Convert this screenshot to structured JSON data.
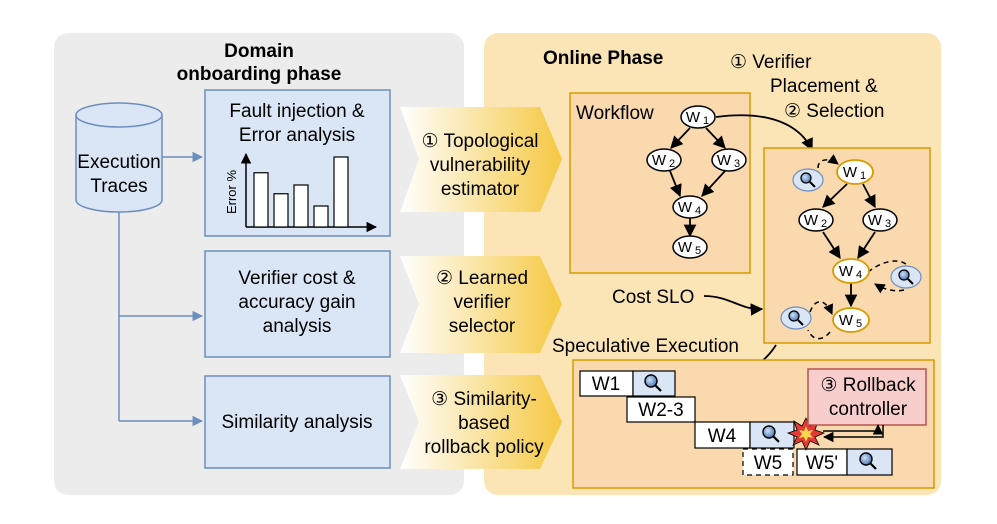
{
  "colors": {
    "left_panel": "#ececec",
    "right_panel": "#fbe5b6",
    "box_blue": "#dae6f5",
    "box_blue_border": "#6c8ebf",
    "orange_border": "#d79b00",
    "inner_box": "#fad9ae",
    "red_box": "#f8cecc",
    "red_border": "#b85450",
    "arrow_blue": "#6c8ebf"
  },
  "left_phase": {
    "title_line1": "Domain",
    "title_line2": "onboarding phase"
  },
  "database": {
    "line1": "Execution",
    "line2": "Traces"
  },
  "box1": {
    "line1": "Fault injection &",
    "line2": "Error analysis",
    "ylabel": "Error %",
    "bars": [
      62,
      38,
      48,
      24,
      80
    ]
  },
  "box2": {
    "line1": "Verifier cost &",
    "line2": "accuracy gain",
    "line3": "analysis"
  },
  "box3": {
    "line1": "Similarity analysis"
  },
  "mid1": {
    "line1": "① Topological",
    "line2": "vulnerability",
    "line3": "estimator"
  },
  "mid2": {
    "line1": "② Learned",
    "line2": "verifier",
    "line3": "selector"
  },
  "mid3": {
    "line1": "③ Similarity-",
    "line2": "based",
    "line3": "rollback policy"
  },
  "online": {
    "title": "Online Phase",
    "placement_line1": "① Verifier",
    "placement_line2": "Placement &",
    "placement_line3": "② Selection",
    "workflow_label": "Workflow",
    "cost_slo": "Cost SLO",
    "speculative": "Speculative Execution",
    "rollback_line1": "③ Rollback",
    "rollback_line2": "controller"
  },
  "wf_nodes": {
    "w1": "W",
    "w1_sub": "1",
    "w2": "W",
    "w2_sub": "2",
    "w3": "W",
    "w3_sub": "3",
    "w4": "W",
    "w4_sub": "4",
    "w5": "W",
    "w5_sub": "5"
  },
  "timeline": {
    "b1": "W1",
    "b2": "W2-3",
    "b3": "W4",
    "b4": "W5",
    "b5": "W5'"
  }
}
